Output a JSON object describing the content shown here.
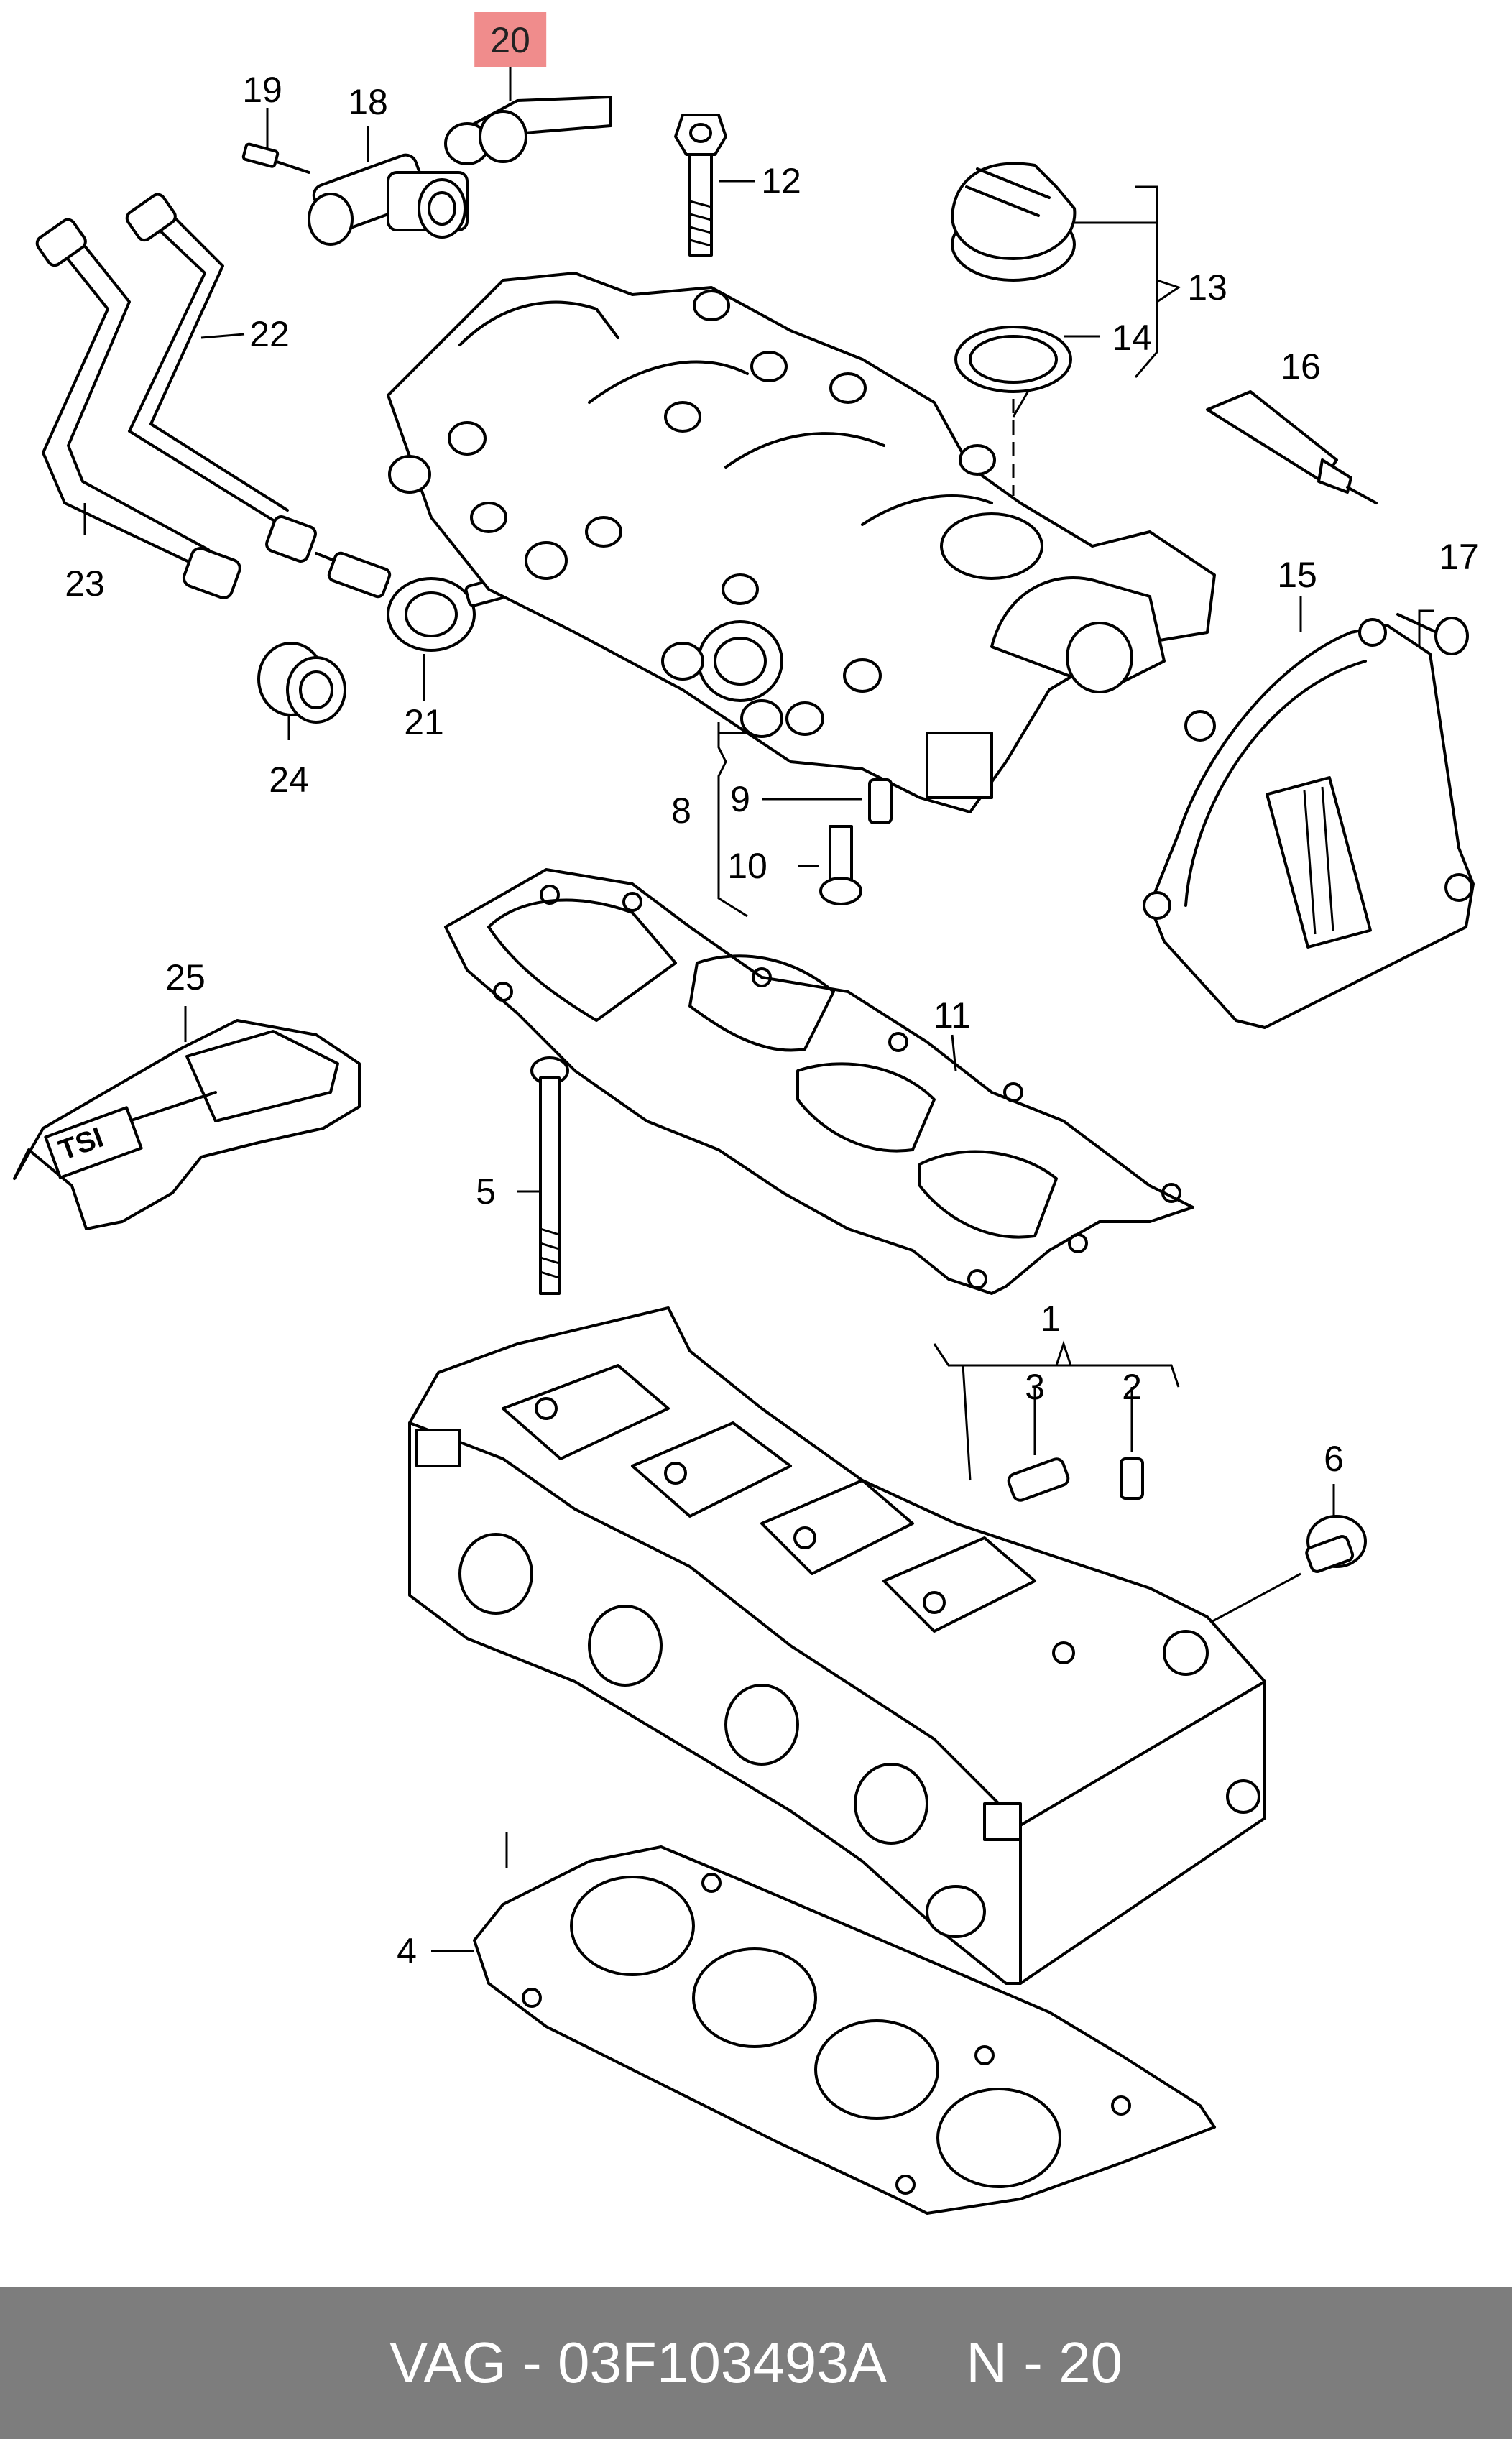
{
  "diagram": {
    "callouts": [
      "1",
      "2",
      "3",
      "4",
      "5",
      "6",
      "8",
      "9",
      "10",
      "11",
      "12",
      "13",
      "14",
      "15",
      "16",
      "17",
      "18",
      "19",
      "20",
      "21",
      "22",
      "23",
      "24",
      "25"
    ],
    "highlighted": "20",
    "cover_badge": "TSI"
  },
  "footer": {
    "part_number": "VAG - 03F103493A",
    "reference": "N - 20"
  }
}
